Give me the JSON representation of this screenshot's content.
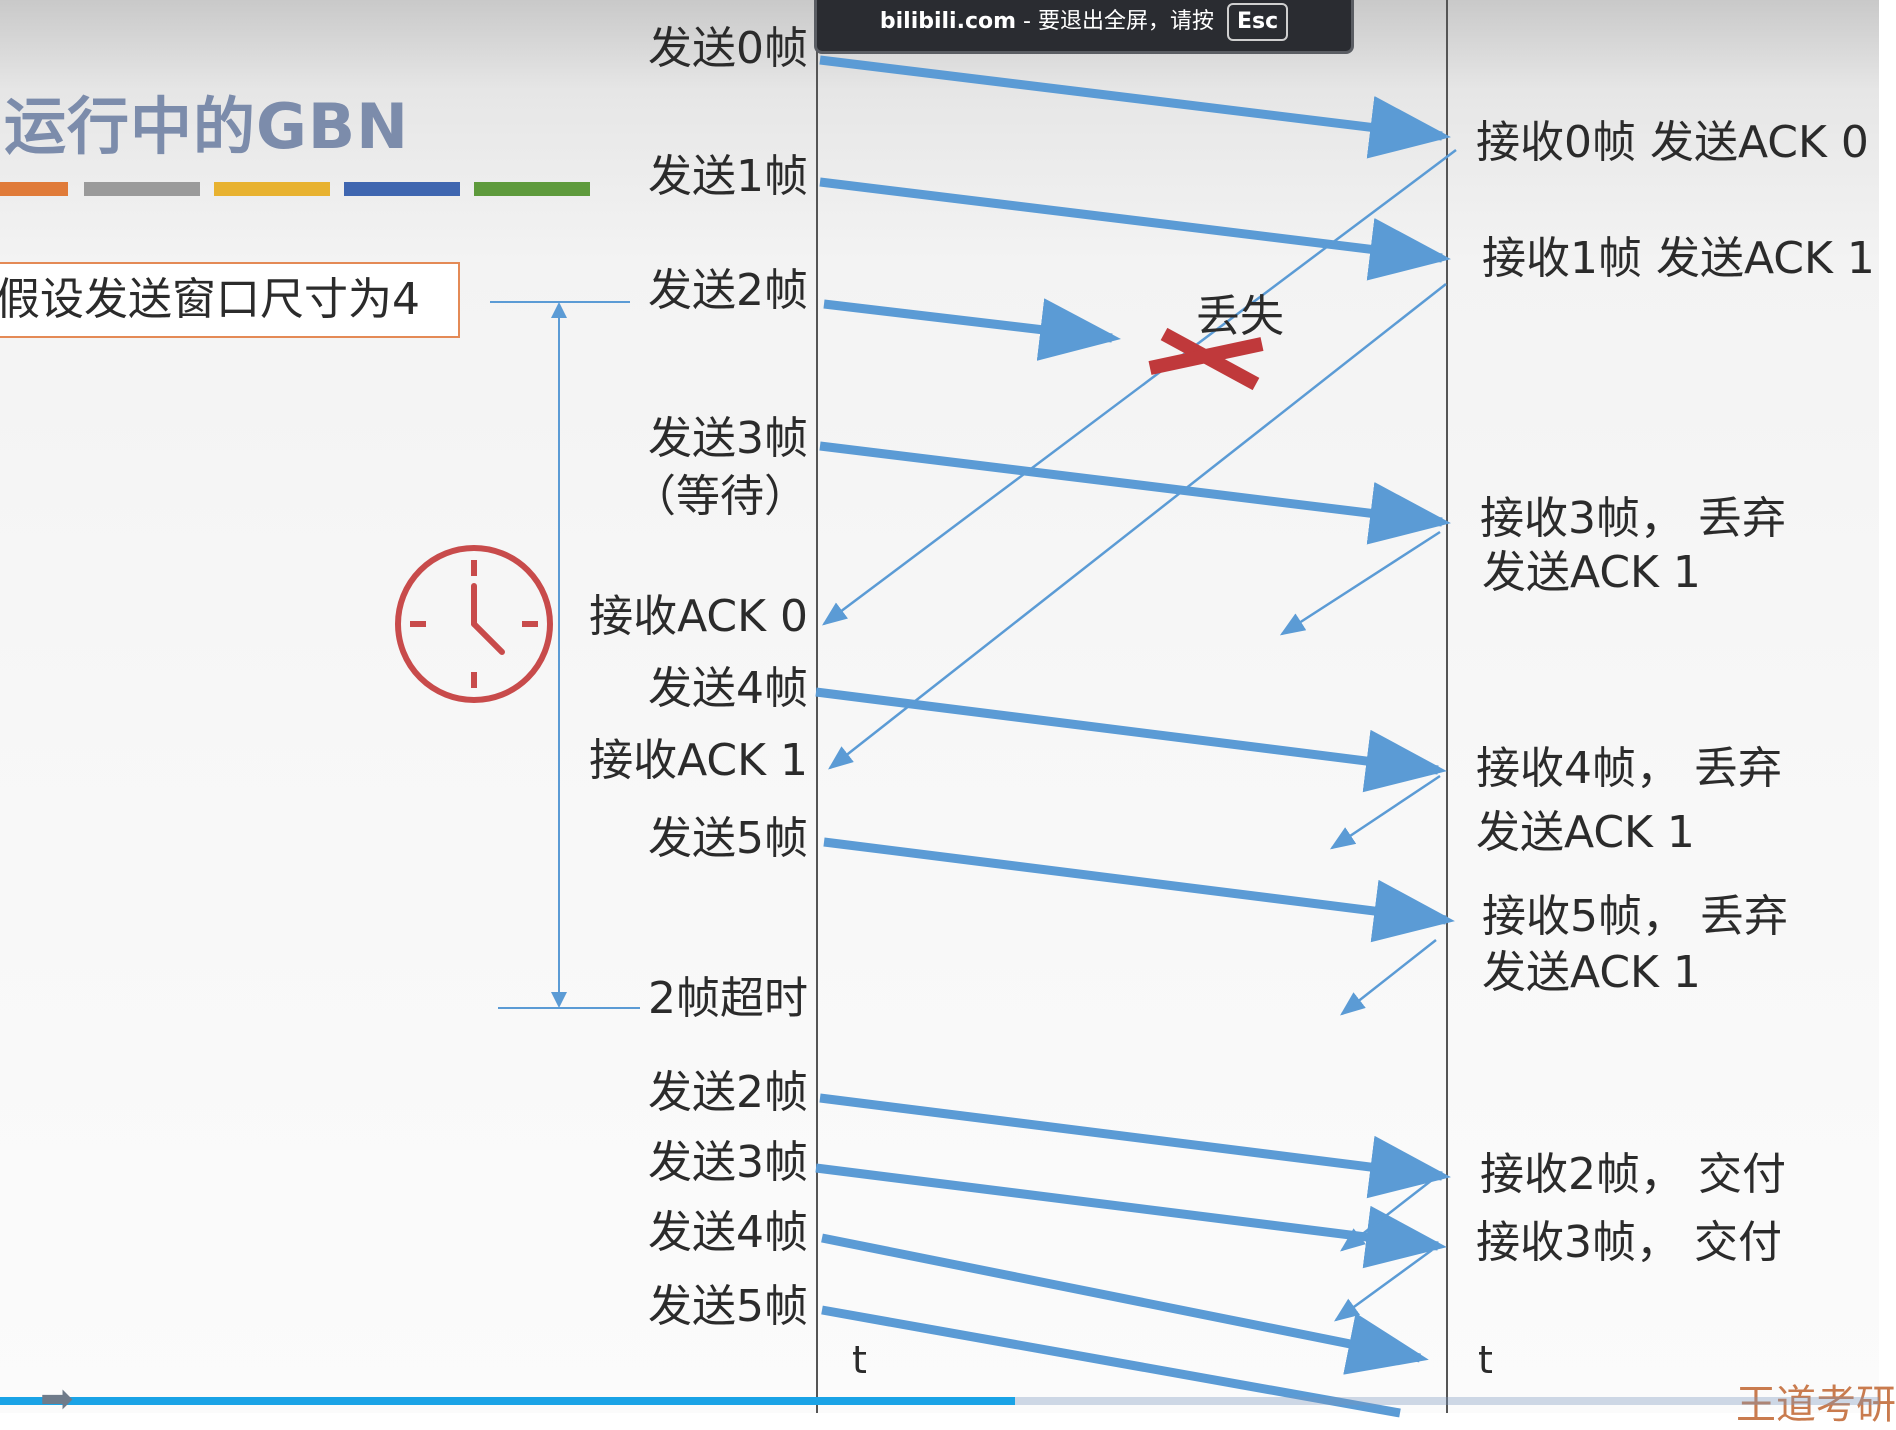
{
  "overlay": {
    "site": "bilibili.com",
    "message": " - 要退出全屏，请按 ",
    "key": "Esc"
  },
  "slide": {
    "title": "运行中的GBN",
    "color_bar_colors": [
      "#e07b39",
      "#9a9a9a",
      "#e8b230",
      "#3f66b0",
      "#5e9a3c"
    ],
    "assumption": "假设发送窗口尺寸为4",
    "sender_events": [
      "发送0帧",
      "发送1帧",
      "发送2帧",
      "发送3帧",
      "（等待）",
      "接收ACK 0",
      "发送4帧",
      "接收ACK 1",
      "发送5帧",
      "2帧超时",
      "发送2帧",
      "发送3帧",
      "发送4帧",
      "发送5帧"
    ],
    "receiver_events": [
      "接收0帧 发送ACK 0",
      "接收1帧 发送ACK 1",
      "接收3帧，  丢弃",
      "发送ACK 1",
      "接收4帧，  丢弃",
      "发送ACK 1",
      "接收5帧，  丢弃",
      "发送ACK 1",
      "接收2帧，  交付",
      "接收3帧，  交付"
    ],
    "lost_label": "丢失",
    "time_axis_sender": "t",
    "time_axis_receiver": "t",
    "watermark": "王道考研",
    "accent_color": "#5b9bd5",
    "lost_mark_color": "#c0393b",
    "timer_color": "#c84b4b"
  },
  "player": {
    "progress_fraction": 0.54,
    "progress_color": "#1aa3e6"
  }
}
